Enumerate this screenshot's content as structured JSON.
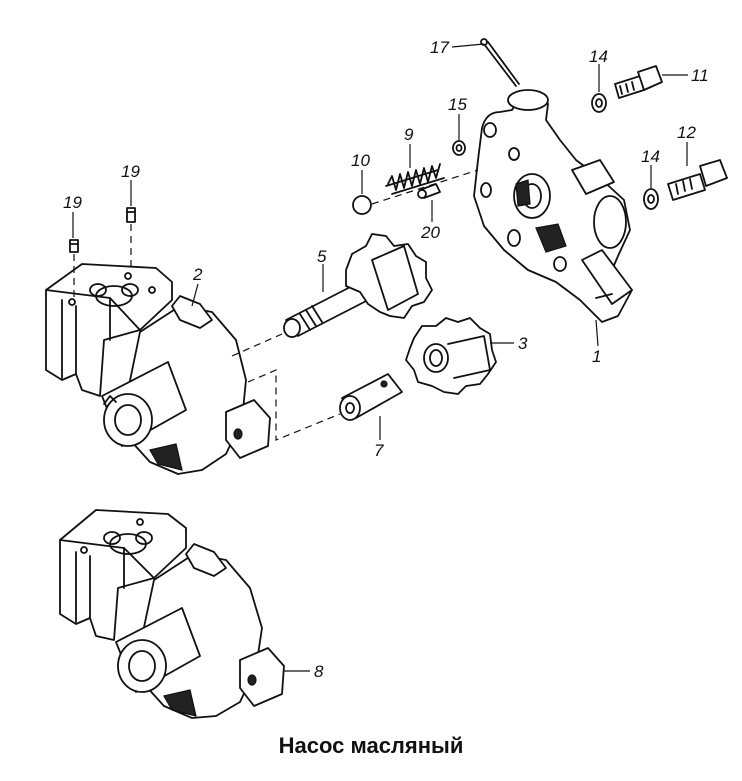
{
  "title": "Насос масляный",
  "callouts": {
    "c1": "1",
    "c2": "2",
    "c3": "3",
    "c5": "5",
    "c7": "7",
    "c8": "8",
    "c9": "9",
    "c10": "10",
    "c11": "11",
    "c12": "12",
    "c14a": "14",
    "c14b": "14",
    "c15": "15",
    "c17": "17",
    "c19a": "19",
    "c19b": "19",
    "c20": "20"
  }
}
